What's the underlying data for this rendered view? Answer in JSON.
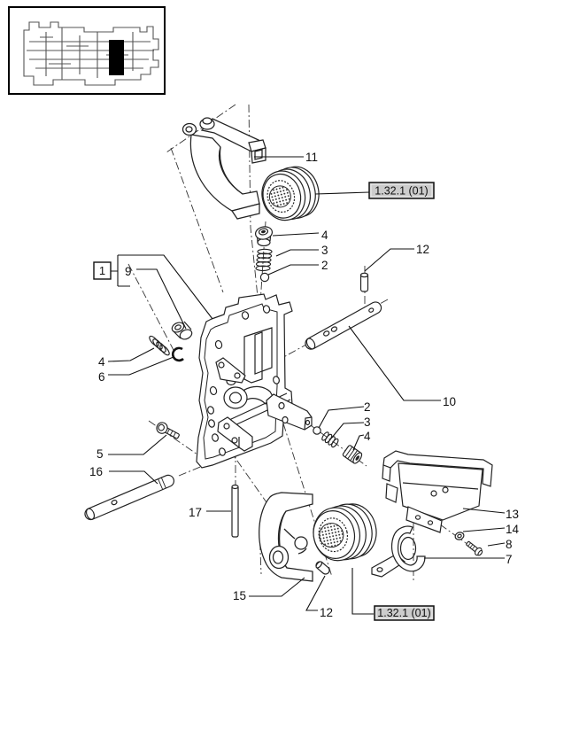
{
  "figure": {
    "type": "exploded-parts-diagram",
    "colors": {
      "background": "#ffffff",
      "line": "#222222",
      "callout_line": "#111111",
      "thumbnail_line": "#555555",
      "highlight": "#000000",
      "reference_box_fill": "#cccccc",
      "reference_box_border": "#111111"
    }
  },
  "thumbnail": {
    "name": "transmission-section-overview",
    "highlight_color": "#000000"
  },
  "references": {
    "top": {
      "label": "1.32.1 (01)"
    },
    "bottom": {
      "label": "1.32.1 (01)"
    }
  },
  "group_box": {
    "label": "1"
  },
  "callouts": {
    "c11": {
      "label": "11"
    },
    "c4_top": {
      "label": "4"
    },
    "c3_top": {
      "label": "3"
    },
    "c2_top": {
      "label": "2"
    },
    "c12_top": {
      "label": "12"
    },
    "c9": {
      "label": "9"
    },
    "c4_left": {
      "label": "4"
    },
    "c6": {
      "label": "6"
    },
    "c10": {
      "label": "10"
    },
    "c2_right": {
      "label": "2"
    },
    "c3_right": {
      "label": "3"
    },
    "c4_right": {
      "label": "4"
    },
    "c5": {
      "label": "5"
    },
    "c16": {
      "label": "16"
    },
    "c17": {
      "label": "17"
    },
    "c13": {
      "label": "13"
    },
    "c14": {
      "label": "14"
    },
    "c8": {
      "label": "8"
    },
    "c7": {
      "label": "7"
    },
    "c15": {
      "label": "15"
    },
    "c12_bottom": {
      "label": "12"
    }
  }
}
